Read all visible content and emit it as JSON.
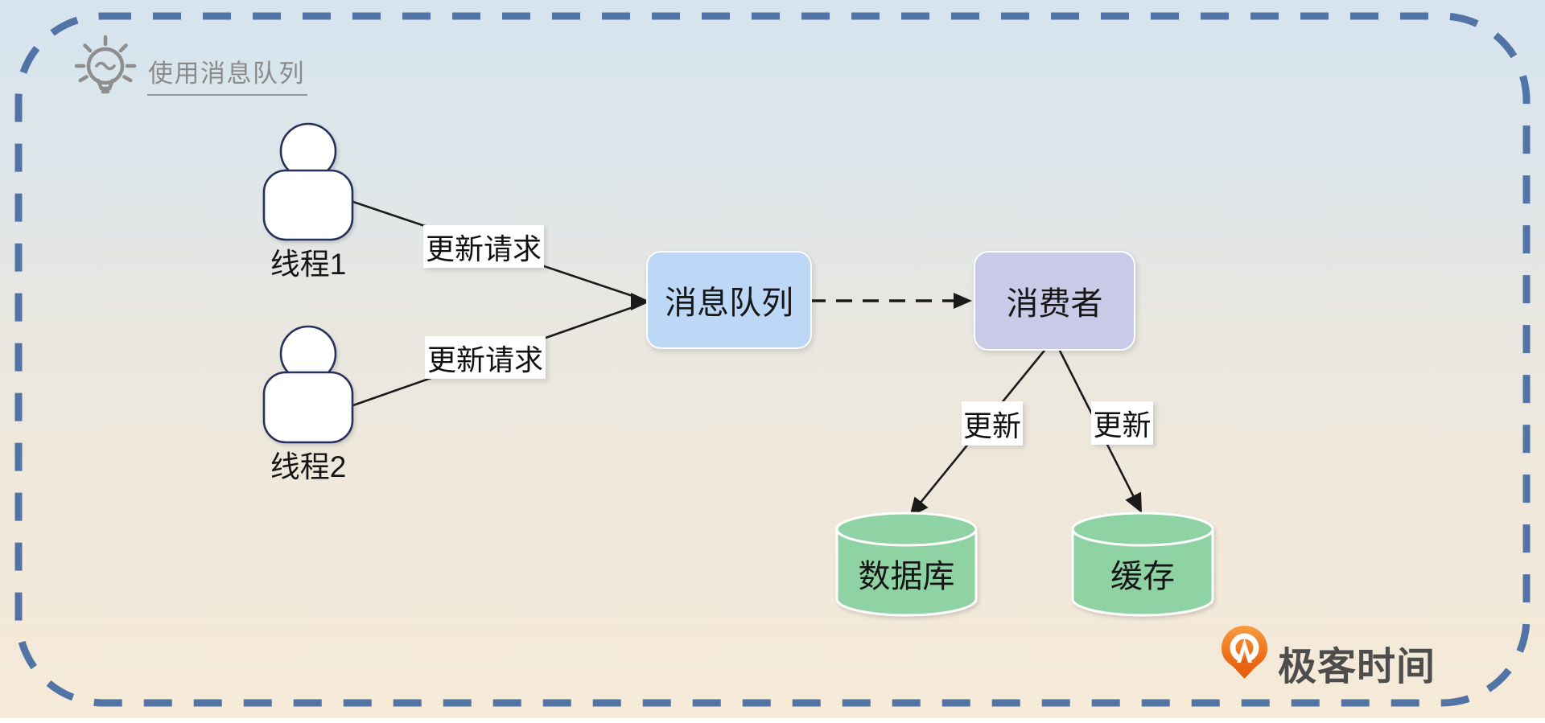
{
  "header": {
    "title": "使用消息队列"
  },
  "nodes": {
    "thread1": {
      "label": "线程1"
    },
    "thread2": {
      "label": "线程2"
    },
    "queue": {
      "label": "消息队列",
      "fill": "#bdd7f7"
    },
    "consumer": {
      "label": "消费者",
      "fill": "#c9cae8"
    },
    "database": {
      "label": "数据库",
      "fill": "#8fd3a4"
    },
    "cache": {
      "label": "缓存",
      "fill": "#8fd3a4"
    }
  },
  "edges": {
    "thread1_to_queue": {
      "label": "更新请求",
      "style": "solid-arrow"
    },
    "thread2_to_queue": {
      "label": "更新请求",
      "style": "solid-arrow"
    },
    "queue_to_consumer": {
      "style": "dashed-arrow"
    },
    "consumer_to_database": {
      "label": "更新",
      "style": "solid-arrow"
    },
    "consumer_to_cache": {
      "label": "更新",
      "style": "solid-arrow"
    }
  },
  "branding": {
    "logo_text": "极客时间",
    "logo_color": "#ee7119"
  },
  "colors": {
    "border_dash": "#5273a5",
    "bg_top": "#d6e4ef",
    "bg_bottom": "#f6ead8",
    "queue_fill": "#bdd7f7",
    "consumer_fill": "#c9cae8",
    "cylinder_fill": "#8fd3a4",
    "person_stroke": "#26305c",
    "line_color": "#1a1a1a",
    "title_gray": "#8a8a8a",
    "logo_text_gray": "#4d4d4d"
  }
}
